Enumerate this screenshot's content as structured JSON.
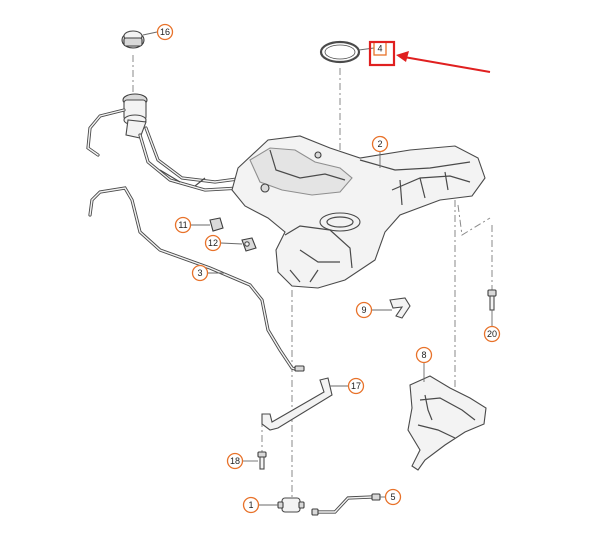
{
  "callouts": [
    {
      "id": "c16",
      "label": "16"
    },
    {
      "id": "c4",
      "label": "4"
    },
    {
      "id": "c2",
      "label": "2"
    },
    {
      "id": "c11",
      "label": "11"
    },
    {
      "id": "c12",
      "label": "12"
    },
    {
      "id": "c3",
      "label": "3"
    },
    {
      "id": "c9",
      "label": "9"
    },
    {
      "id": "c20",
      "label": "20"
    },
    {
      "id": "c8",
      "label": "8"
    },
    {
      "id": "c17",
      "label": "17"
    },
    {
      "id": "c18",
      "label": "18"
    },
    {
      "id": "c1",
      "label": "1"
    },
    {
      "id": "c5",
      "label": "5"
    }
  ],
  "colors": {
    "callout_border": "#e8722a",
    "highlight": "#e02020",
    "line_art": "#4a4a4a"
  },
  "icons": {
    "highlight_arrow": "arrow-left-icon"
  }
}
